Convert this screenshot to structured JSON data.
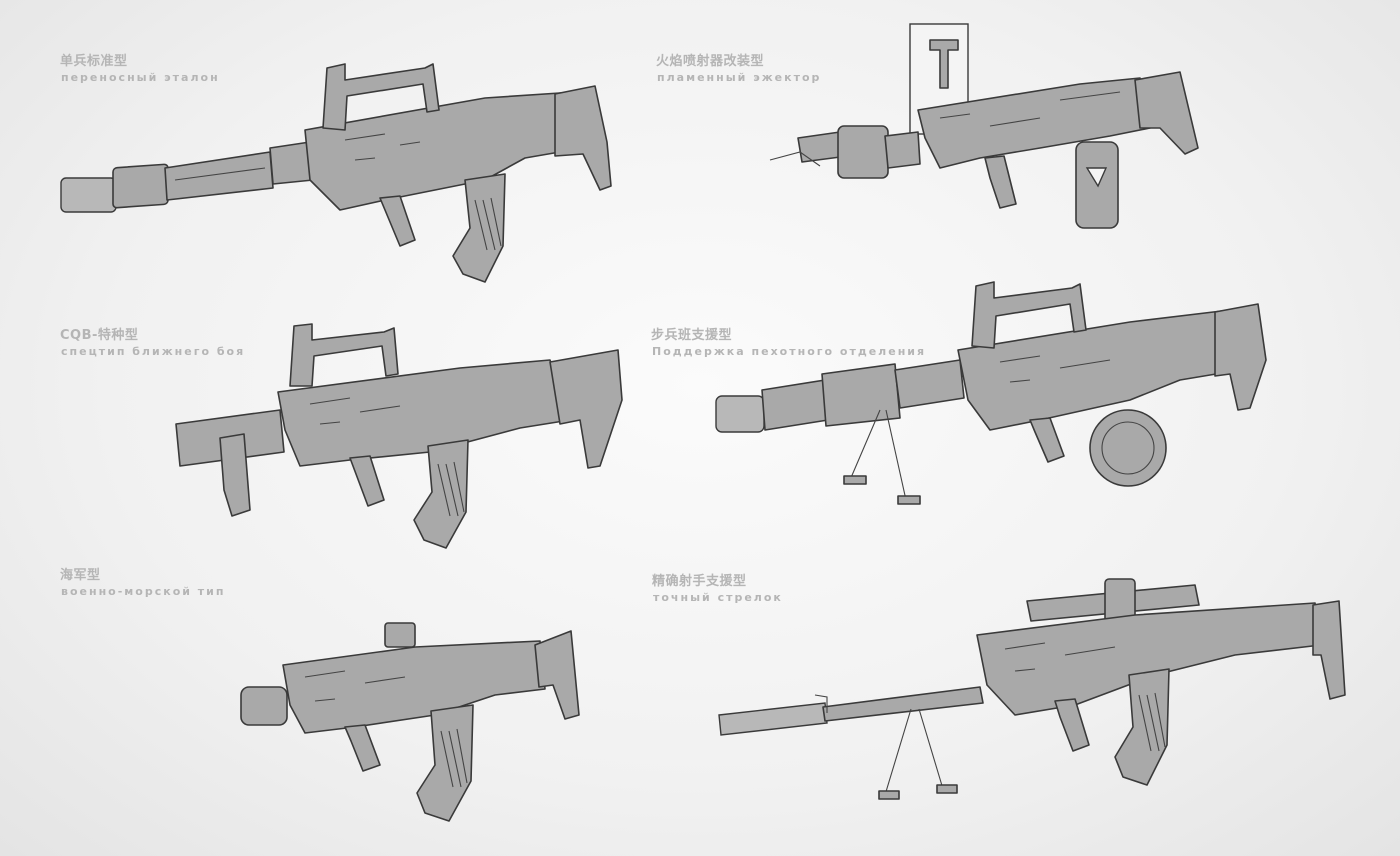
{
  "variants": [
    {
      "zh": "单兵标准型",
      "ru": "переносный эталон",
      "icon": "standard-rifle"
    },
    {
      "zh": "火焰喷射器改装型",
      "ru": "пламенный эжектор",
      "icon": "flamethrower-rifle"
    },
    {
      "zh": "CQB-特种型",
      "ru": "спецтип ближнего боя",
      "icon": "cqb-rifle"
    },
    {
      "zh": "步兵班支援型",
      "ru": "Поддержка пехотного отделения",
      "icon": "squad-support-rifle"
    },
    {
      "zh": "海军型",
      "ru": "военно-морской тип",
      "icon": "naval-carbine"
    },
    {
      "zh": "精确射手支援型",
      "ru": "точный стрелок",
      "icon": "marksman-rifle"
    }
  ],
  "colors": {
    "gun_fill": "#a9a9a9",
    "outline": "#3a3a3a",
    "label": "#b5b5b5",
    "background": "#f1f1f1"
  }
}
